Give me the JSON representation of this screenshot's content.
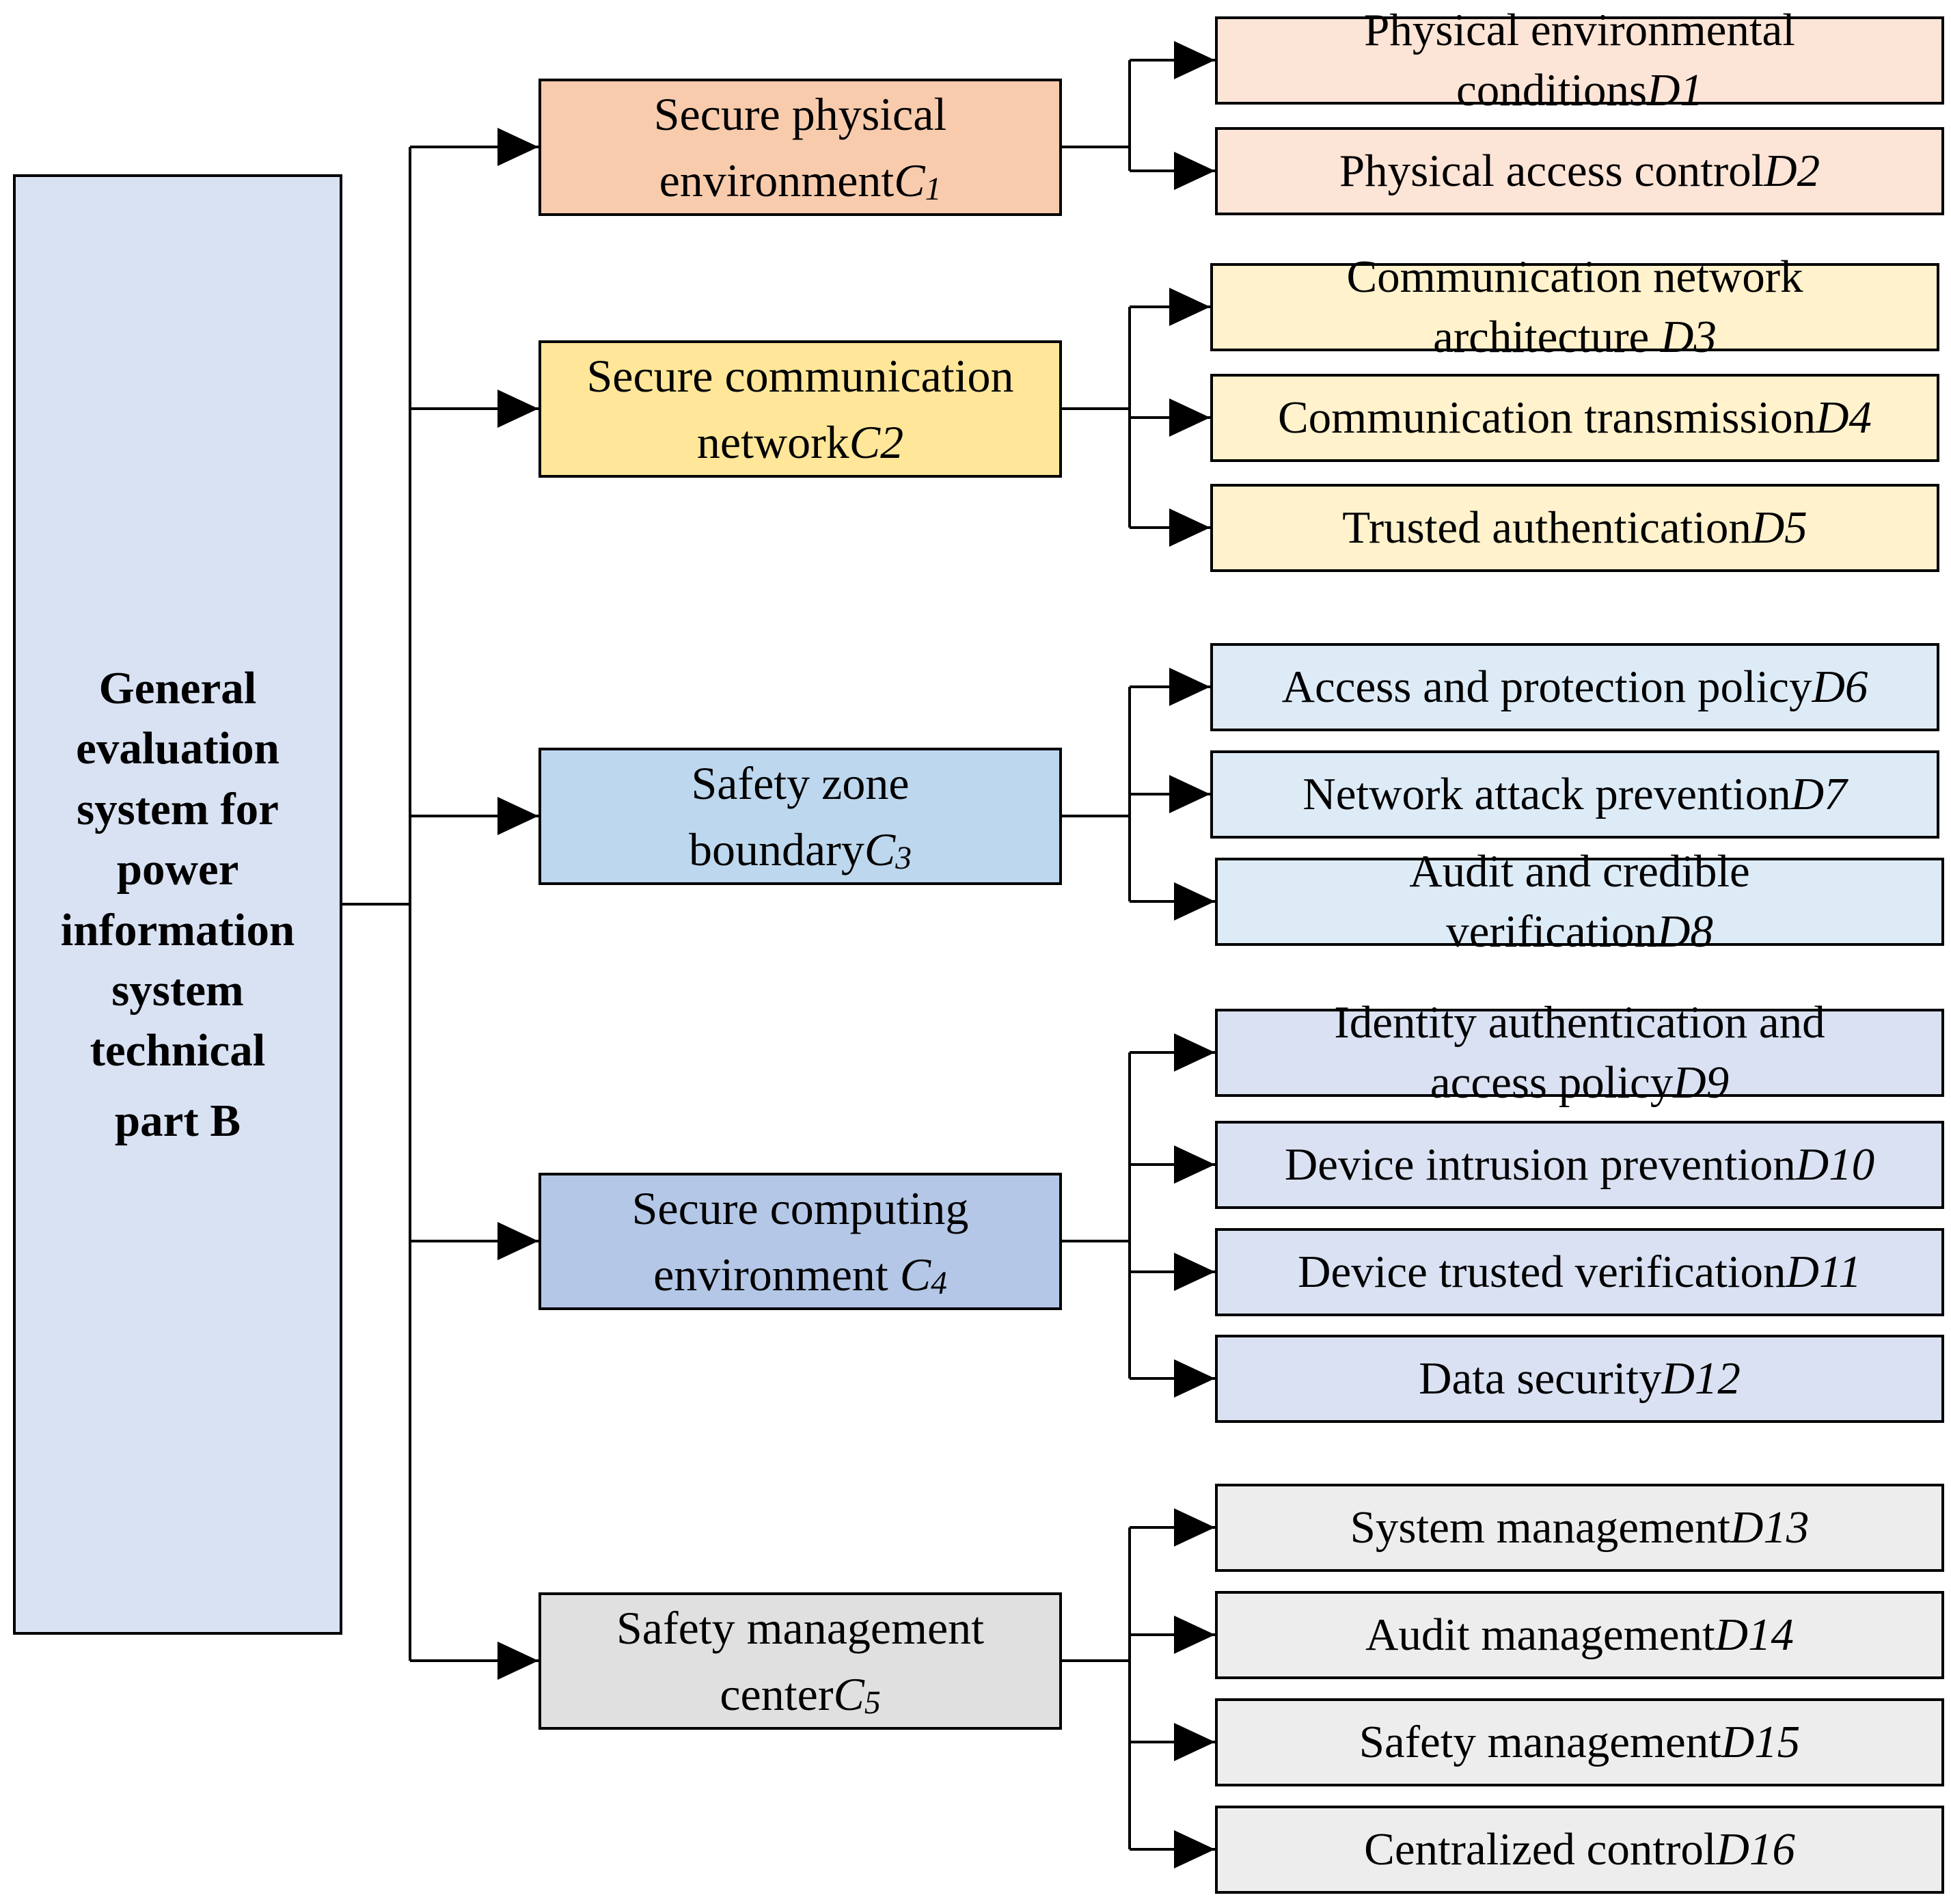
{
  "root": {
    "lines": [
      "General",
      "evaluation",
      "system for",
      "power",
      "information",
      "system",
      "technical",
      "part B"
    ]
  },
  "categories": [
    {
      "label": "Secure physical environment",
      "code": "C",
      "sub": "1",
      "items": [
        {
          "label": "Physical environmental conditions",
          "code": "D1"
        },
        {
          "label": "Physical access control",
          "code": "D2"
        }
      ]
    },
    {
      "label": "Secure communication network",
      "code": "C2",
      "sub": "",
      "items": [
        {
          "label": "Communication network architecture ",
          "code": "D3"
        },
        {
          "label": "Communication transmission ",
          "code": "D4"
        },
        {
          "label": "Trusted authentication",
          "code": "D5"
        }
      ]
    },
    {
      "label": "Safety zone boundary",
      "code": "C",
      "sub": "3",
      "items": [
        {
          "label": "Access and protection policy",
          "code": "D6"
        },
        {
          "label": "Network attack prevention",
          "code": "D7"
        },
        {
          "label": "Audit and credible verification",
          "code": "D8"
        }
      ]
    },
    {
      "label": "Secure computing environment ",
      "code": "C",
      "sub": "4",
      "items": [
        {
          "label": "Identity authentication and access policy",
          "code": "D9"
        },
        {
          "label": "Device intrusion prevention",
          "code": "D10"
        },
        {
          "label": "Device trusted verification ",
          "code": "D11"
        },
        {
          "label": "Data security",
          "code": "D12"
        }
      ]
    },
    {
      "label": "Safety management center",
      "code": "C",
      "sub": "5",
      "items": [
        {
          "label": "System management ",
          "code": "D13"
        },
        {
          "label": "Audit management ",
          "code": "D14"
        },
        {
          "label": "Safety management",
          "code": "D15"
        },
        {
          "label": "Centralized control",
          "code": "D16"
        }
      ]
    }
  ]
}
